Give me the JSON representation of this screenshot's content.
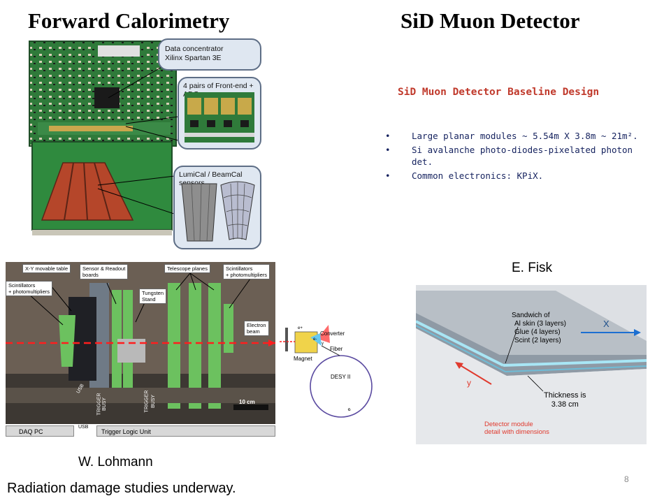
{
  "titles": {
    "left": "Forward Calorimetry",
    "right": "SiD Muon Detector"
  },
  "board_figure": {
    "callouts": [
      {
        "line1": "Data concentrator",
        "line2": "Xilinx Spartan 3E"
      },
      {
        "line1": "4 pairs of Front-end + ADC",
        "line2": ""
      },
      {
        "line1": "LumiCal / BeamCal sensors",
        "line2": ""
      }
    ]
  },
  "beam_figure": {
    "labels": {
      "xy_table": "X-Y movable table",
      "sensor_boards_1": "Sensor & Readout",
      "sensor_boards_2": "boards",
      "telescope": "Telescope planes",
      "scint_right_1": "Scintillators",
      "scint_right_2": "+ photomultipliers",
      "scint_left_1": "Scintillators",
      "scint_left_2": "+ photomultipliers",
      "tungsten_1": "Tungsten",
      "tungsten_2": "Stand",
      "electron_1": "Electron",
      "electron_2": "beam",
      "scale": "10 cm",
      "daq": "DAQ PC",
      "trigger_unit": "Trigger Logic Unit",
      "usb_bottom": "USB",
      "usb_diag": "USB",
      "trigger_1": "TRIGGER",
      "busy_1": "BUSY",
      "trigger_2": "TRIGGER",
      "busy_2": "BUSY"
    },
    "inset": {
      "converter": "Converter",
      "fiber": "Fiber",
      "magnet": "Magnet",
      "ring": "DESY II",
      "e_plus": "e+",
      "e_minus": "e-",
      "gamma": "γ",
      "e_out": "e"
    }
  },
  "muon": {
    "heading": "SiD Muon Detector Baseline Design",
    "bullet_symbol": "•",
    "bullets": [
      "Large planar modules ~ 5.54m X 3.8m ~ 21m².",
      "Si avalanche photo-diodes-pixelated photon det.",
      "Common electronics: KPiX."
    ]
  },
  "module_figure": {
    "sandwich_1": "Sandwich of",
    "sandwich_2": "Al skin (3 layers)",
    "sandwich_3": "Glue (4 layers)",
    "sandwich_4": "Scint (2 layers)",
    "x_axis": "X",
    "y_axis": "y",
    "thickness_1": "Thickness is",
    "thickness_2": "3.38 cm",
    "detail_1": "Detector module",
    "detail_2": "detail with dimensions"
  },
  "captions": {
    "fisk": "E. Fisk",
    "lohmann": "W. Lohmann",
    "footer": "Radiation damage studies underway.",
    "page_number": "8"
  },
  "colors": {
    "pcb_green": "#2f7a3a",
    "sensor_copper": "#b5462a",
    "callout_fill": "#dfe7f1",
    "callout_border": "#5e6e86",
    "muon_heading": "#c0392b",
    "bullet_text": "#14215e",
    "module_red_text": "#e03a2e"
  }
}
